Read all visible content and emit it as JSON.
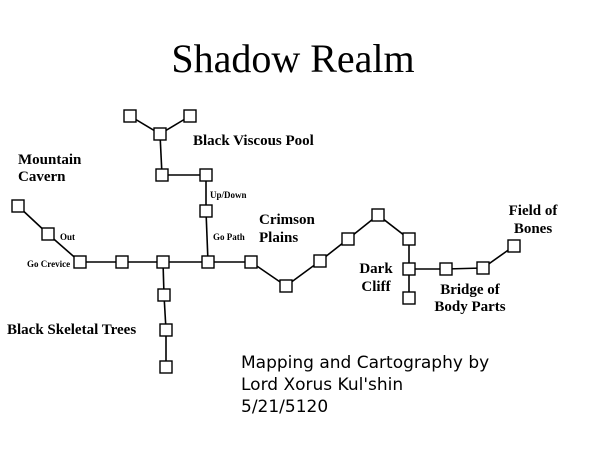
{
  "map": {
    "title": "Shadow Realm",
    "region_labels": [
      {
        "id": "black-viscous-pool",
        "lines": [
          "Black Viscous Pool"
        ]
      },
      {
        "id": "mountain-cavern",
        "lines": [
          "Mountain",
          "Cavern"
        ]
      },
      {
        "id": "crimson-plains",
        "lines": [
          "Crimson",
          "Plains"
        ]
      },
      {
        "id": "field-of-bones",
        "lines": [
          "Field of",
          "Bones"
        ]
      },
      {
        "id": "dark-cliff",
        "lines": [
          "Dark",
          "Cliff"
        ]
      },
      {
        "id": "bridge-of-body-parts",
        "lines": [
          "Bridge of",
          "Body Parts"
        ]
      },
      {
        "id": "black-skeletal-trees",
        "lines": [
          "Black Skeletal Trees"
        ]
      }
    ],
    "path_labels": [
      {
        "id": "up-down",
        "text": "Up/Down"
      },
      {
        "id": "go-path",
        "text": "Go Path"
      },
      {
        "id": "out",
        "text": "Out"
      },
      {
        "id": "go-crevice",
        "text": "Go Crevice"
      }
    ],
    "credit_lines": [
      "Mapping and Cartography by",
      "Lord Xorus Kul'shin",
      "5/21/5120"
    ]
  }
}
